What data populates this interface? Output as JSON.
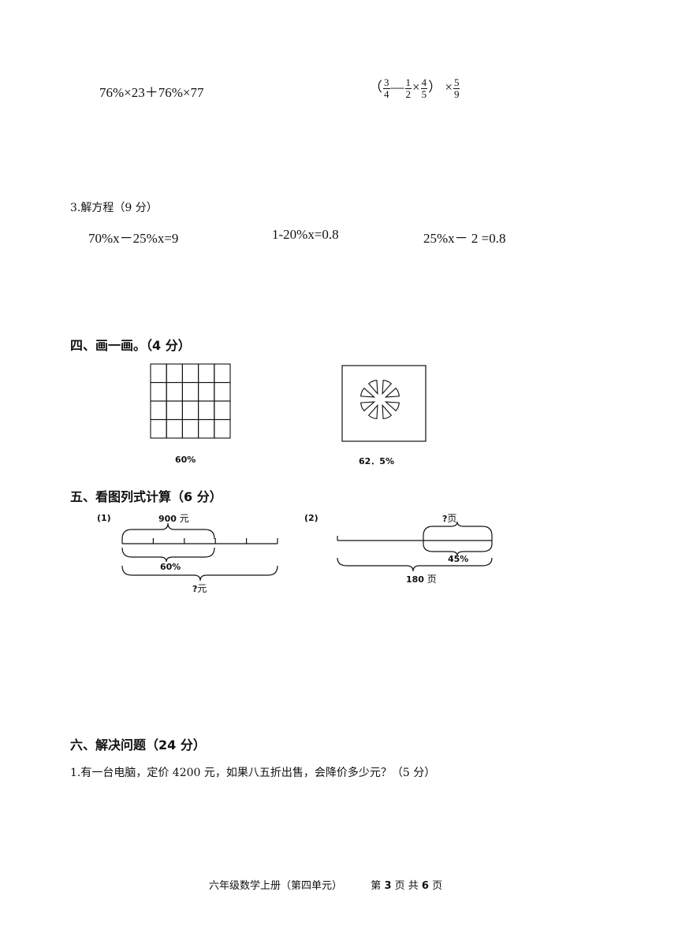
{
  "section3": {
    "expr1": "76%×23＋76%×77",
    "expr2": {
      "open": "（",
      "f1_num": "3",
      "f1_den": "4",
      "minus": "—",
      "f2_num": "1",
      "f2_den": "2",
      "times1": "×",
      "f3_num": "4",
      "f3_den": "5",
      "close": "）",
      "times2": "×",
      "f4_num": "5",
      "f4_den": "9"
    },
    "solve_title": "3.解方程（9 分）",
    "equations": [
      "70%x－25%x=9",
      "1-20%x=0.8",
      "25%x－ 2 =0.8"
    ]
  },
  "section4": {
    "title": "四、画一画。（4 分）",
    "grid_label": "60%",
    "pie_label": "62．5%",
    "grid": {
      "rows": 4,
      "cols": 5
    },
    "pie_pieces": 8
  },
  "section5": {
    "title": "五、看图列式计算（6 分）",
    "d1": {
      "tag": "(1)",
      "top_value": "900",
      "top_unit": "元",
      "mid_label": "60%",
      "bottom_q": "?",
      "bottom_unit": "元"
    },
    "d2": {
      "tag": "(2)",
      "top_q": "?",
      "top_unit": "页",
      "mid_label": "45%",
      "bottom_value": "180",
      "bottom_unit": "页"
    }
  },
  "section6": {
    "title": "六、解决问题（24 分）",
    "q1": "1.有一台电脑，定价 4200 元，如果八五折出售，会降价多少元？（5 分）"
  },
  "footer": {
    "book": "六年级数学上册（第四单元）",
    "p_prefix": "第",
    "page": "3",
    "p_mid": "页  共",
    "total": "6",
    "p_suffix": "页"
  }
}
